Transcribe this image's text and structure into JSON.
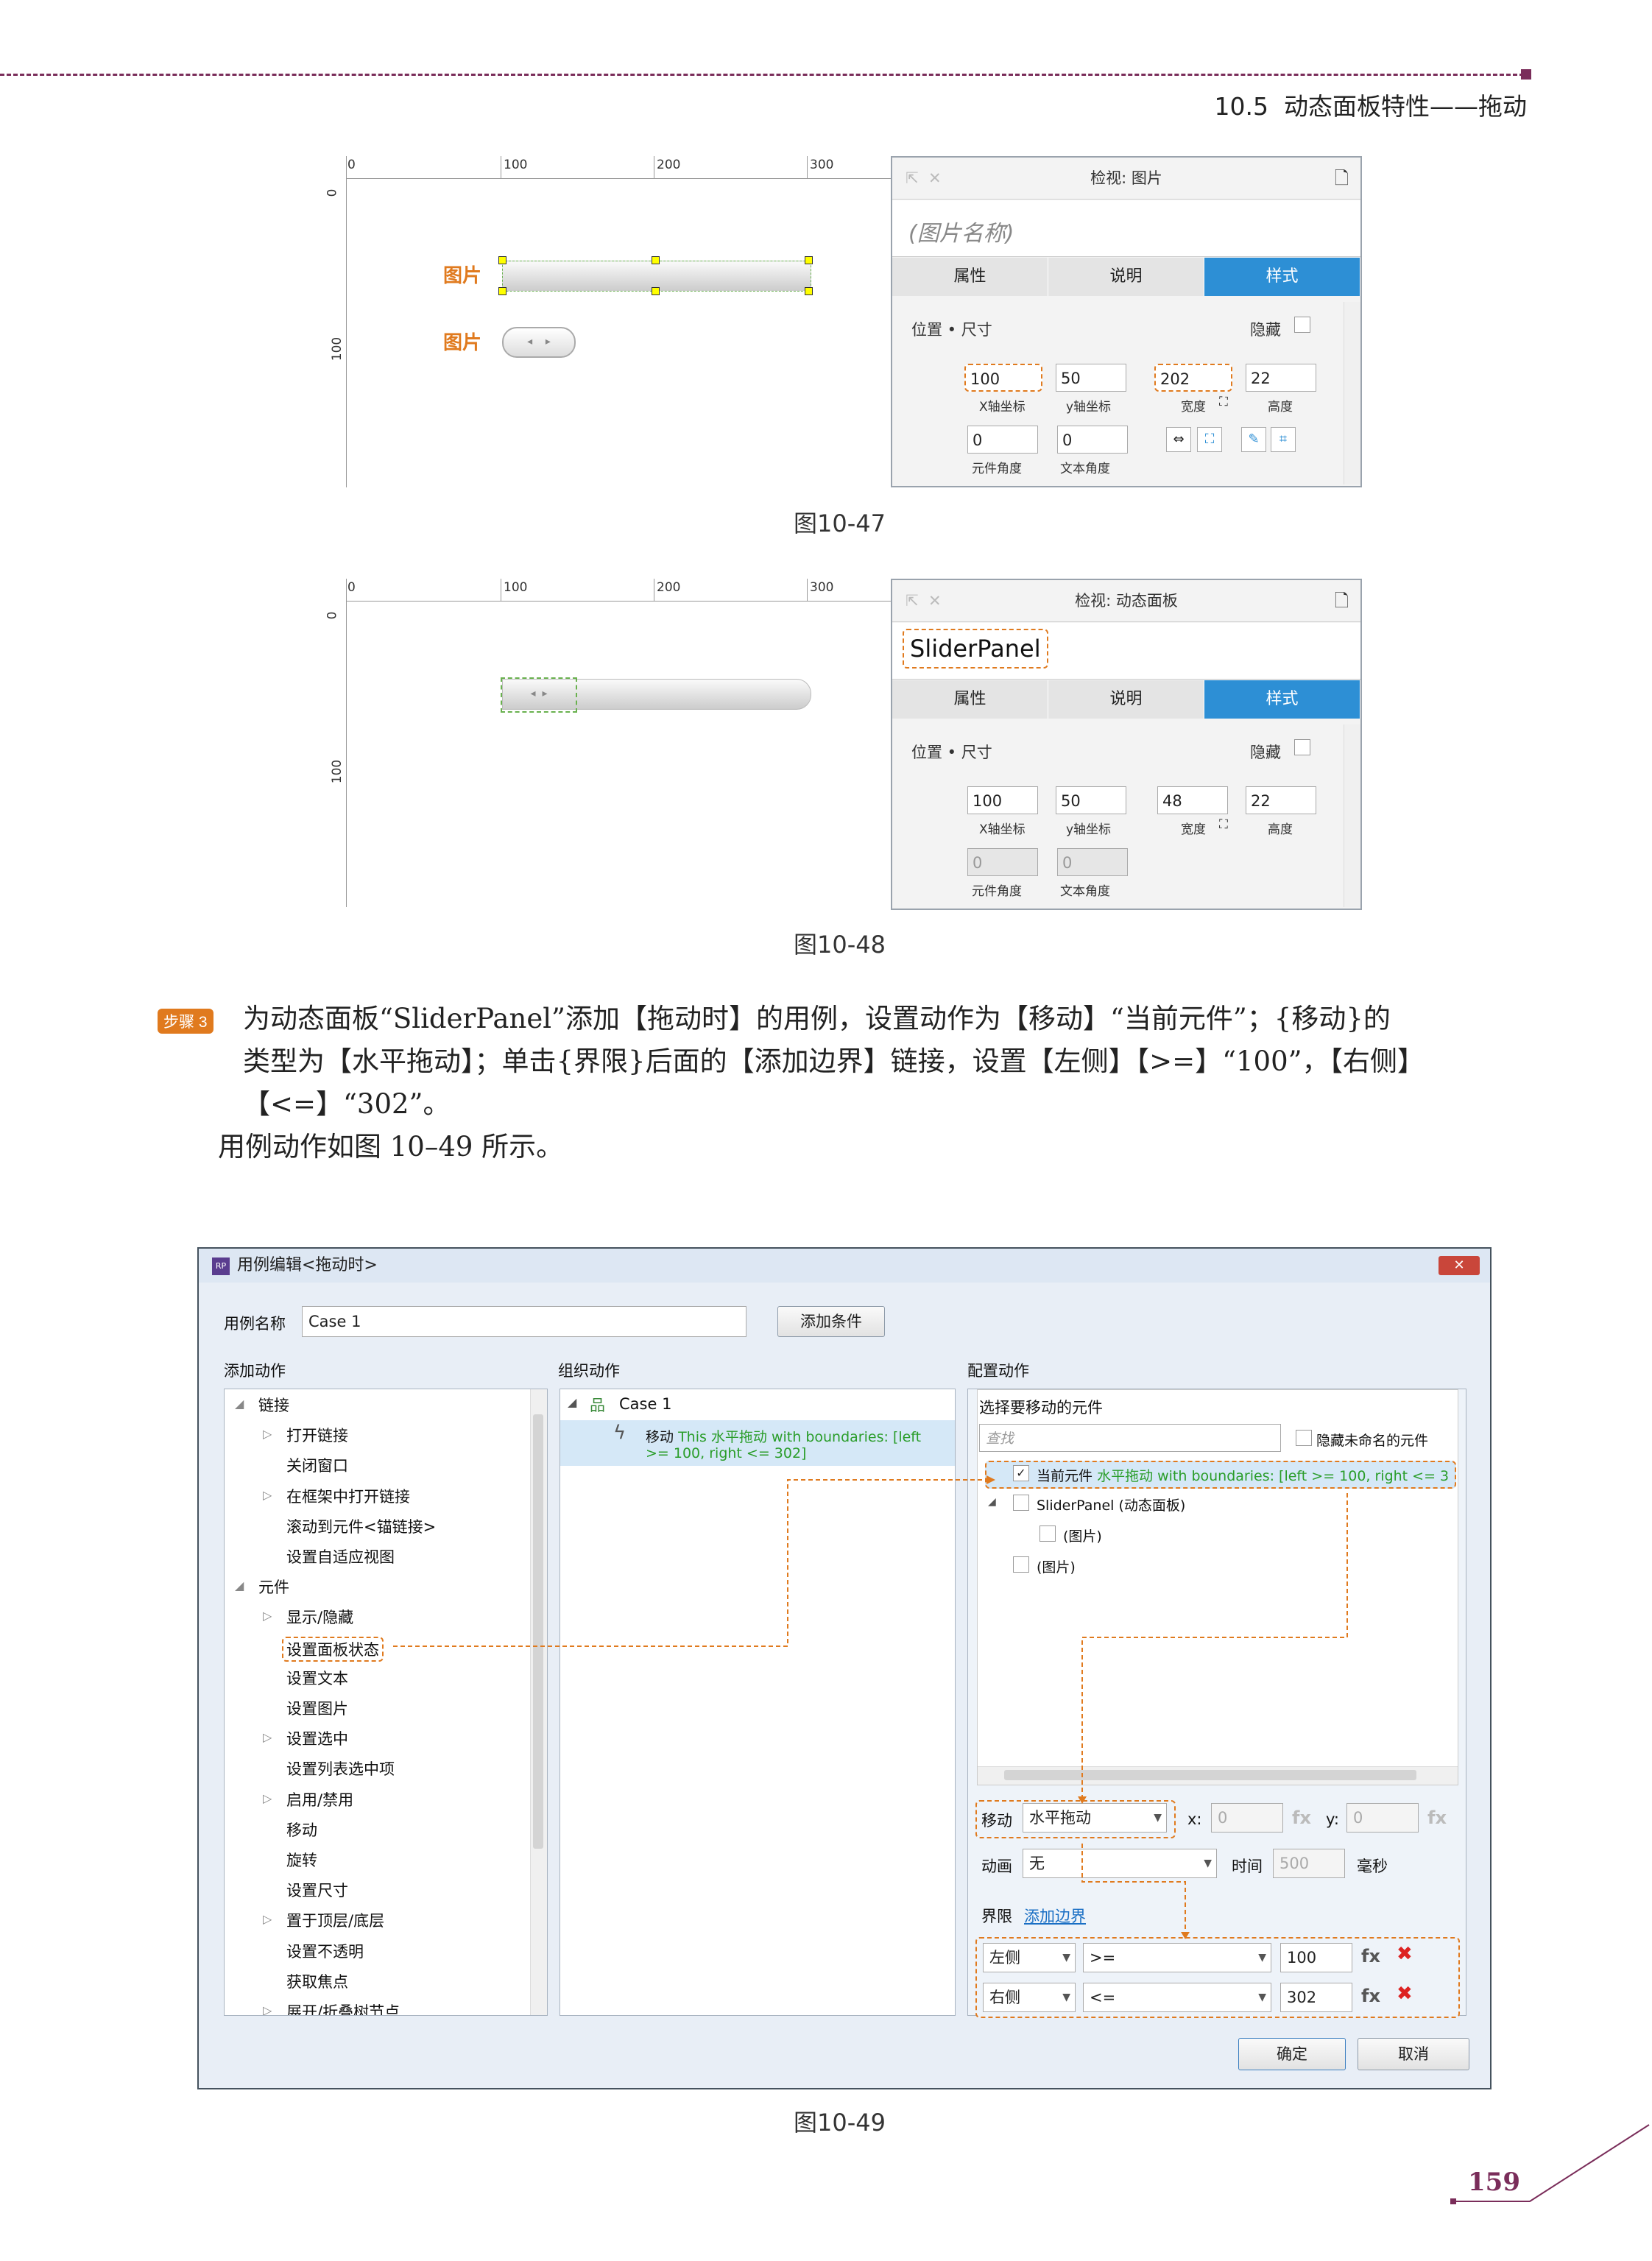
{
  "header": {
    "section": "10.5",
    "title": "动态面板特性——拖动"
  },
  "fig47": {
    "caption": "图10-47",
    "ruler_top": [
      "0",
      "100",
      "200",
      "300"
    ],
    "ruler_left": [
      "0",
      "100"
    ],
    "label1": "图片",
    "label2": "图片",
    "inspector": {
      "title": "检视: 图片",
      "name": "(图片名称)",
      "tabs": [
        "属性",
        "说明",
        "样式"
      ],
      "section": "位置 • 尺寸",
      "hide": "隐藏",
      "x": "100",
      "y": "50",
      "w": "202",
      "h": "22",
      "x_label": "X轴坐标",
      "y_label": "y轴坐标",
      "w_label": "宽度",
      "h_label": "高度",
      "angle": "0",
      "text_angle": "0",
      "angle_label": "元件角度",
      "text_angle_label": "文本角度"
    }
  },
  "fig48": {
    "caption": "图10-48",
    "ruler_top": [
      "0",
      "100",
      "200",
      "300"
    ],
    "ruler_left": [
      "0",
      "100"
    ],
    "inspector": {
      "title": "检视: 动态面板",
      "name": "SliderPanel",
      "tabs": [
        "属性",
        "说明",
        "样式"
      ],
      "section": "位置 • 尺寸",
      "hide": "隐藏",
      "x": "100",
      "y": "50",
      "w": "48",
      "h": "22",
      "x_label": "X轴坐标",
      "y_label": "y轴坐标",
      "w_label": "宽度",
      "h_label": "高度",
      "angle": "0",
      "text_angle": "0",
      "angle_label": "元件角度",
      "text_angle_label": "文本角度"
    }
  },
  "step": {
    "badge": "步骤 3",
    "line1": "为动态面板“SliderPanel”添加【拖动时】的用例，设置动作为【移动】“当前元件”；{移动}的",
    "line2": "类型为【水平拖动】；单击{界限}后面的【添加边界】链接，设置【左侧】【>=】“100”，【右侧】",
    "line3": "【<=】“302”。",
    "line4": "用例动作如图 10–49 所示。"
  },
  "dialog": {
    "title": "用例编辑<拖动时>",
    "case_name_label": "用例名称",
    "case_name": "Case 1",
    "add_condition": "添加条件",
    "col_add": "添加动作",
    "col_organize": "组织动作",
    "col_config": "配置动作",
    "actions_tree": [
      {
        "label": "链接",
        "level": 0,
        "arrow": "◢"
      },
      {
        "label": "打开链接",
        "level": 1,
        "arrow": "▷"
      },
      {
        "label": "关闭窗口",
        "level": 1,
        "arrow": ""
      },
      {
        "label": "在框架中打开链接",
        "level": 1,
        "arrow": "▷"
      },
      {
        "label": "滚动到元件<锚链接>",
        "level": 1,
        "arrow": ""
      },
      {
        "label": "设置自适应视图",
        "level": 1,
        "arrow": ""
      },
      {
        "label": "元件",
        "level": 0,
        "arrow": "◢"
      },
      {
        "label": "显示/隐藏",
        "level": 1,
        "arrow": "▷"
      },
      {
        "label": "设置面板状态",
        "level": 1,
        "arrow": "",
        "hl": true
      },
      {
        "label": "设置文本",
        "level": 1,
        "arrow": ""
      },
      {
        "label": "设置图片",
        "level": 1,
        "arrow": ""
      },
      {
        "label": "设置选中",
        "level": 1,
        "arrow": "▷"
      },
      {
        "label": "设置列表选中项",
        "level": 1,
        "arrow": ""
      },
      {
        "label": "启用/禁用",
        "level": 1,
        "arrow": "▷"
      },
      {
        "label": "移动",
        "level": 1,
        "arrow": ""
      },
      {
        "label": "旋转",
        "level": 1,
        "arrow": ""
      },
      {
        "label": "设置尺寸",
        "level": 1,
        "arrow": ""
      },
      {
        "label": "置于顶层/底层",
        "level": 1,
        "arrow": "▷"
      },
      {
        "label": "设置不透明",
        "level": 1,
        "arrow": ""
      },
      {
        "label": "获取焦点",
        "level": 1,
        "arrow": ""
      },
      {
        "label": "展开/折叠树节点",
        "level": 1,
        "arrow": "▷"
      }
    ],
    "case_label": "Case 1",
    "org_action_bold": "移动",
    "org_action_text": "This 水平拖动 with boundaries: [left",
    "org_action_text2": ">= 100, right <= 302]",
    "select_target": "选择要移动的元件",
    "search_placeholder": "查找",
    "hide_unnamed": "隐藏未命名的元件",
    "target_current": "当前元件",
    "target_current_detail": "水平拖动 with boundaries: [left >= 100, right <= 3",
    "target_panel": "SliderPanel (动态面板)",
    "target_img1": "(图片)",
    "target_img2": "(图片)",
    "move_label": "移动",
    "move_type": "水平拖动",
    "x_label": "x:",
    "x_val": "0",
    "y_label": "y:",
    "y_val": "0",
    "fx": "fx",
    "anim_label": "动画",
    "anim_val": "无",
    "time_label": "时间",
    "time_val": "500",
    "ms_label": "毫秒",
    "bound_label": "界限",
    "add_bound": "添加边界",
    "b1_side": "左侧",
    "b1_op": ">=",
    "b1_val": "100",
    "b2_side": "右侧",
    "b2_op": "<=",
    "b2_val": "302",
    "ok": "确定",
    "cancel": "取消",
    "close": "✕"
  },
  "fig49": {
    "caption": "图10-49"
  },
  "page_number": "159"
}
